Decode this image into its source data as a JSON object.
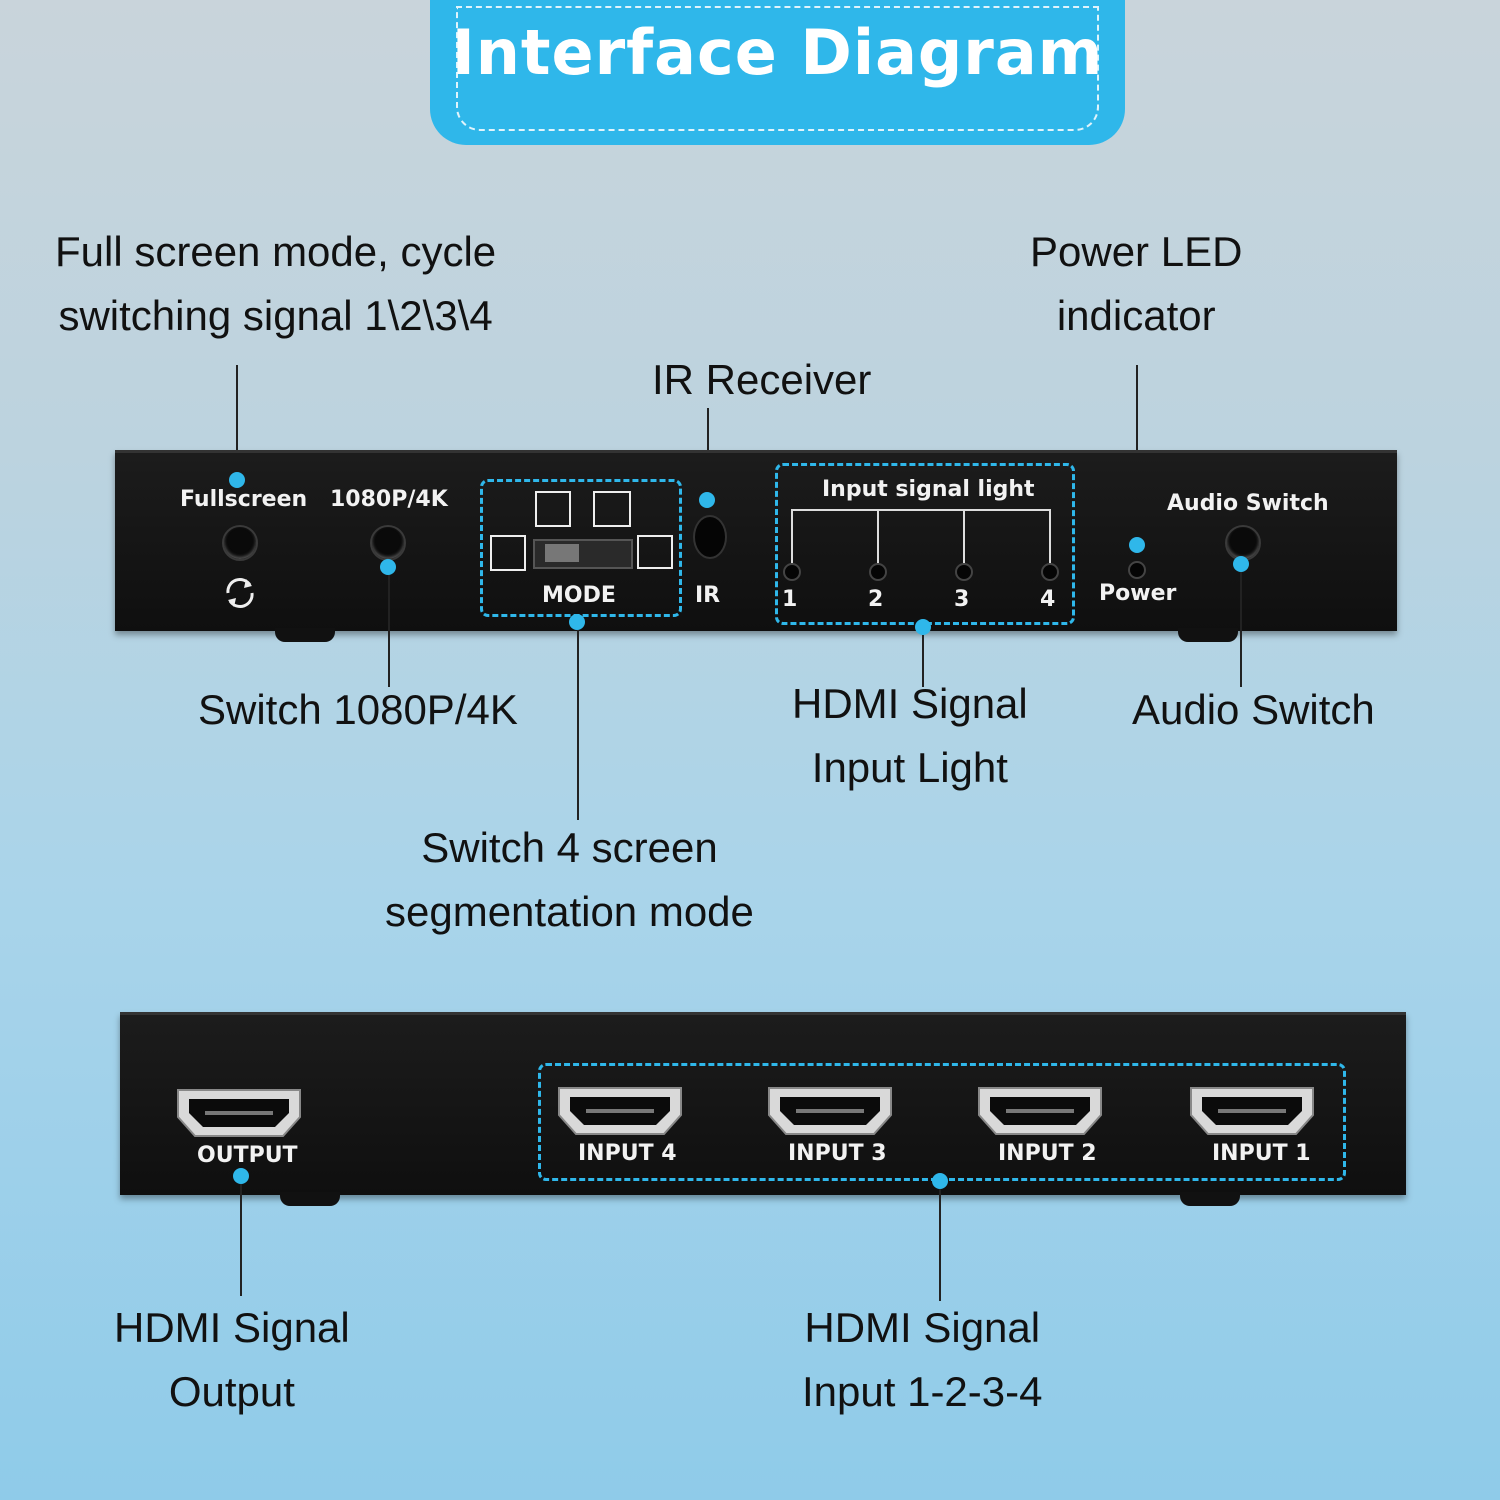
{
  "title": "Interface Diagram",
  "callouts": {
    "fullscreen": [
      "Full screen mode, cycle",
      "switching signal 1\\2\\3\\4"
    ],
    "power_led": [
      "Power LED",
      "indicator"
    ],
    "ir_receiver": "IR Receiver",
    "switch_1080p_4k": "Switch 1080P/4K",
    "hdmi_input_light": [
      "HDMI Signal",
      "Input Light"
    ],
    "audio_switch": "Audio Switch",
    "segmentation": [
      "Switch 4 screen",
      "segmentation mode"
    ],
    "hdmi_output": [
      "HDMI Signal",
      "Output"
    ],
    "hdmi_input": [
      "HDMI Signal",
      "Input 1-2-3-4"
    ]
  },
  "front_panel": {
    "fullscreen": "Fullscreen",
    "resolution": "1080P/4K",
    "mode": "MODE",
    "ir": "IR",
    "input_signal_light": "Input signal light",
    "lights": [
      "1",
      "2",
      "3",
      "4"
    ],
    "power": "Power",
    "audio_switch": "Audio Switch"
  },
  "back_panel": {
    "output": "OUTPUT",
    "inputs": [
      "INPUT 4",
      "INPUT 3",
      "INPUT 2",
      "INPUT 1"
    ]
  },
  "colors": {
    "accent": "#2fb7ea",
    "panel": "#151515"
  }
}
